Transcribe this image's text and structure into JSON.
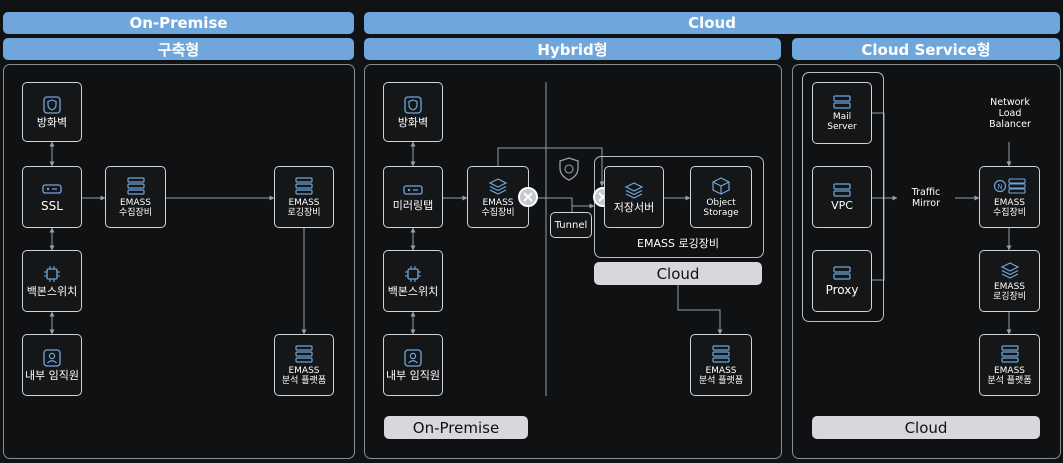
{
  "headers": {
    "on_premise": "On-Premise",
    "cloud": "Cloud",
    "build_type": "구축형",
    "hybrid": "Hybrid형",
    "cloud_service": "Cloud Service형"
  },
  "onprem": {
    "firewall": "방화벽",
    "ssl": "SSL",
    "backbone": "백본스위치",
    "employee": "내부 임직원",
    "collector": "EMASS\n수집장비",
    "logger": "EMASS\n로깅장비",
    "analytics": "EMASS\n분석 플랫폼"
  },
  "hybrid": {
    "firewall": "방화벽",
    "mirror": "미러링탭",
    "backbone": "백본스위치",
    "employee": "내부 임직원",
    "collector": "EMASS\n수집장비",
    "tunnel": "Tunnel",
    "storage_server": "저장서버",
    "object_storage": "Object\nStorage",
    "logging_group": "EMASS 로깅장비",
    "cloud_pill": "Cloud",
    "analytics": "EMASS\n분석 플랫폼",
    "onprem_pill": "On-Premise"
  },
  "cloud_service": {
    "mail": "Mail\nServer",
    "vpc": "VPC",
    "proxy": "Proxy",
    "mirror": "Traffic\nMirror",
    "nlb": "Network\nLoad\nBalancer",
    "collector": "EMASS\n수집장비",
    "logger": "EMASS\n로깅장비",
    "analytics": "EMASS\n분석 플랫폼",
    "cloud_pill": "Cloud"
  },
  "colors": {
    "accent": "#6fa7dc",
    "line": "#9a9da1",
    "pill": "#d6d8db"
  }
}
